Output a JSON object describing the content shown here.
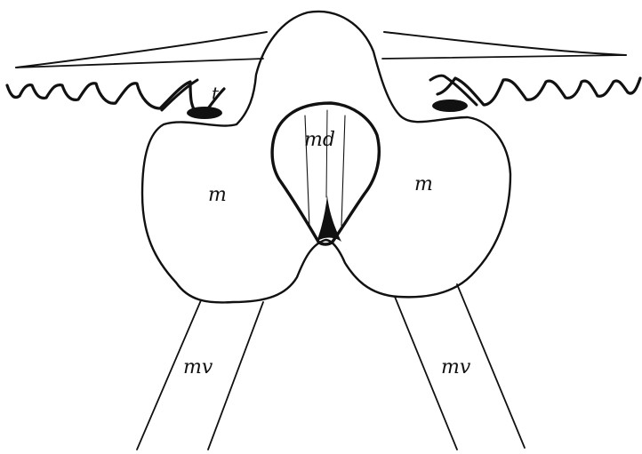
{
  "labels": {
    "t": "t",
    "md": "md",
    "m_left": "m",
    "m_right": "m",
    "mv_left": "mv",
    "mv_right": "mv"
  },
  "colors": {
    "ink": "#111111",
    "paper": "#ffffff"
  }
}
